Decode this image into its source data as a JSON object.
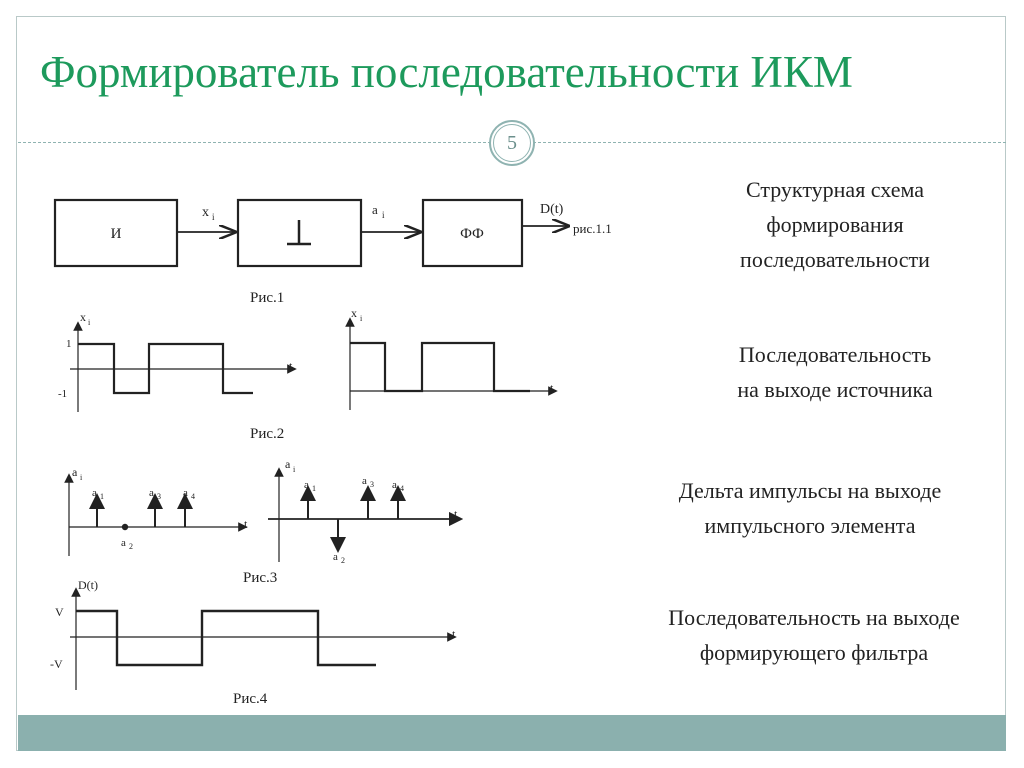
{
  "slide": {
    "title": "Формирователь последовательности ИКМ",
    "page_number": "5",
    "accent_color": "#1d9a5c",
    "footer_color": "#8bb0ae"
  },
  "descriptions": {
    "d1_line1": "Структурная схема",
    "d1_line2": "формирования",
    "d1_line3": "последовательности",
    "d2_line1": "Последовательность",
    "d2_line2": "на выходе источника",
    "d3_line1": "Дельта импульсы на выходе",
    "d3_line2": "импульсного элемента",
    "d4_line1": "Последовательность на выходе",
    "d4_line2": "формирующего фильтра"
  },
  "fig1": {
    "block1": "И",
    "block3": "ФФ",
    "signal1": "x",
    "signal1_sub": "i",
    "signal2": "a",
    "signal2_sub": "i",
    "output": "D(t)",
    "ref": "рис.1.1",
    "caption": "Рис.1"
  },
  "fig2": {
    "y_label": "x",
    "y_sub": "i",
    "tick_high": "1",
    "tick_low": "-1",
    "t_label": "t",
    "caption": "Рис.2"
  },
  "fig3": {
    "y_label": "a",
    "y_sub": "i",
    "a1": "a",
    "a1_sub": "1",
    "a2": "a",
    "a2_sub": "2",
    "a3": "a",
    "a3_sub": "3",
    "a4": "a",
    "a4_sub": "4",
    "t_label": "t",
    "caption": "Рис.3"
  },
  "fig4": {
    "y_label": "D(t)",
    "tick_high": "V",
    "tick_low": "-V",
    "t_label": "t",
    "caption": "Рис.4"
  }
}
